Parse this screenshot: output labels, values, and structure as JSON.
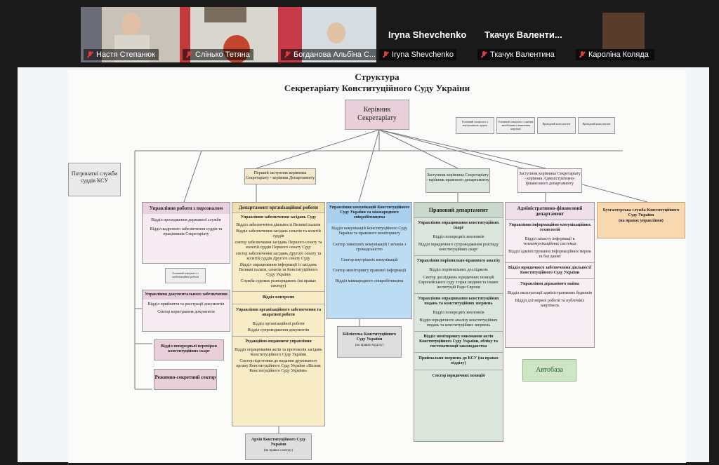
{
  "participants": [
    {
      "name": "Настя Степанюк",
      "muted": true
    },
    {
      "name": "Слінько Тетяна",
      "muted": true
    },
    {
      "name": "Богданова Альбіна С...",
      "muted": true
    },
    {
      "name": "Iryna Shevchenko",
      "muted": true
    },
    {
      "name": "Ткачук Валентина",
      "muted": true
    },
    {
      "name": "Кароліна Коляда",
      "muted": true
    }
  ],
  "big_names": [
    "Iryna Shevchenko",
    "Ткачук  Валенти..."
  ],
  "chart": {
    "title1": "Структура",
    "title2": "Секретаріату Конституційного Суду України",
    "head": "Керівник Секретаріату",
    "top_small": [
      "Головний спеціаліст з внутрішнього аудиту",
      "Головний спеціаліст з питань запобігання і виявлення корупції",
      "Провідний консультант",
      "Провідний консультант"
    ],
    "patronat": "Патронатні служби суддів КСУ",
    "deputy1": "Перший заступник керівника Секретаріату - керівник Департаменту",
    "deputy2": "Заступник керівника Секретаріату - керівник правового департаменту",
    "deputy3": "Заступник керівника Секретаріату - керівник Адміністративно-фінансового департаменту",
    "personnel": {
      "title": "Управління роботи з персоналом",
      "items": [
        "Відділ проходження державної служби",
        "Відділ кадрового забезпечення суддів та працівників Секретаріату"
      ]
    },
    "chief_spec": "Головний спеціаліст з мобілізаційної роботи",
    "docs": {
      "title": "Управління документального забезпечення",
      "items": [
        "Відділ прийняття та реєстрації документів",
        "Сектор коригування документів"
      ]
    },
    "prev_check": "Відділ попередньої перевірки конституційних скарг",
    "secret": "Режимно-секретний сектор",
    "org_dept": {
      "title": "Департамент організаційної роботи",
      "sub": "Управління забезпечення засідань Суду",
      "items": [
        "Відділ забезпечення діяльності Великої палати",
        "Відділ забезпечення засідань сенатів та колегій суддів",
        "сектор забезпечення засідань Першого сенату та колегій суддів Першого сенату Суду",
        "сектор забезпечення засідань Другого сенату та колегій суддів Другого сенату Суду",
        "Відділ опрацювання інформації із засідань Великої палати, сенатів та Конституційного Суду України",
        "Служба судових розпоряджень (на правах сектору)"
      ],
      "control": "Відділ контролю",
      "org_support": "Управління організаційного забезпечення та апаратної роботи",
      "org_items": [
        "Відділ організаційної роботи",
        "Відділ супроводження документів"
      ],
      "publishing": "Редакційно-видавниче управління",
      "pub_items": [
        "Відділ опрацювання актів та протоколів засідань Конституційного Суду України",
        "Сектор підготовки до видання друкованого органу Конституційного Суду України «Вісник Конституційного Суду України»"
      ]
    },
    "archive": {
      "title": "Архів Конституційного Суду України",
      "note": "(на правах сектору)"
    },
    "comm": {
      "title": "Управління комунікацій Конституційного Суду України та міжнародного співробітництва",
      "items": [
        "Відділ комунікацій Конституційного Суду України та правового моніторингу",
        "Сектор зовнішніх комунікацій і зв'язків з громадськістю",
        "Сектор внутрішніх комунікацій",
        "Сектор моніторингу правової інформації",
        "Відділ міжнародного співробітництва"
      ]
    },
    "library": {
      "title": "Бібліотека Конституційного Суду України",
      "note": "(на правах відділу)"
    },
    "legal": {
      "title": "Правовий департамент",
      "u1": "Управління опрацювання конституційних скарг",
      "u1_items": [
        "Відділ попередніх висновків",
        "Відділ юридичного супроводження розгляду конституційних скарг"
      ],
      "u2": "Управління порівняльно-правового аналізу",
      "u2_items": [
        "Відділ порівняльних досліджень",
        "Сектор досліджень юридичних позицій Європейського суду з прав людини та інших інституцій Ради Європи"
      ],
      "u3": "Управління опрацювання конституційних подань та конституційних звернень",
      "u3_items": [
        "Відділ попередніх висновків",
        "Відділ юридичного аналізу конституційних подань та конституційних звернень"
      ],
      "monitor": "Відділ моніторингу виконання актів Конституційного Суду України, обліку та систематизації законодавства",
      "reception": "Приймальня звернень до КСУ (на правах відділу)",
      "positions": "Сектор юридичних позицій"
    },
    "admin": {
      "title": "Адміністративно-фінансовий департамент",
      "u1": "Управління інформаційно-комунікаційних технологій",
      "u1_items": [
        "Відділ захисту інформації в телекомунікаційних системах",
        "Відділ адміністрування інформаційних мереж та баз даних"
      ],
      "legal_support": "Відділ юридичного забезпечення діяльності Конституційного Суду України",
      "property": "Управління державного майна",
      "prop_items": [
        "Відділ експлуатації адміністративних будинків",
        "Відділ договірної роботи та публічних закупівель"
      ]
    },
    "autobase": "Автобаза",
    "accounting": {
      "title": "Бухгалтерська служба Конституційного Суду України",
      "note": "(на правах управління)"
    }
  }
}
